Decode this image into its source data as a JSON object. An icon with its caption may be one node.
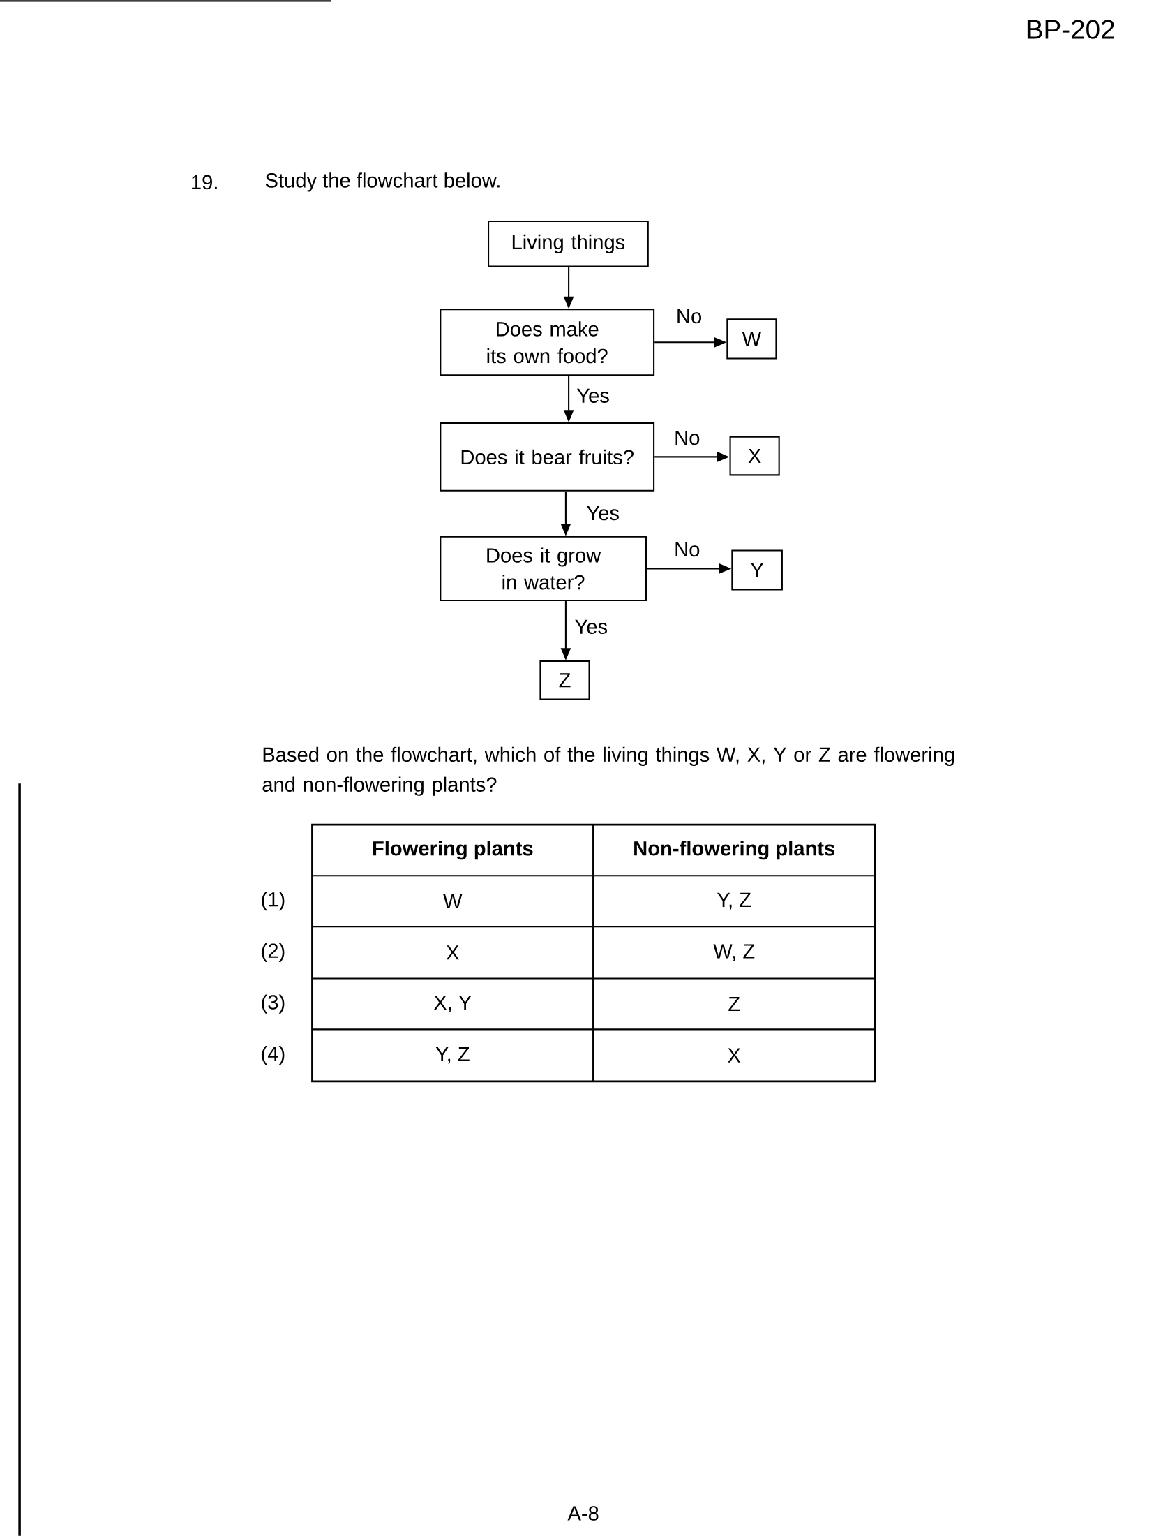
{
  "diagram": {
    "nodes": [
      {
        "text": [
          "Living things"
        ]
      },
      {
        "text": [
          "Does make its own food?"
        ]
      },
      {
        "text": [
          "W"
        ]
      },
      {
        "text": [
          "Does it bear fruits?"
        ]
      },
      {
        "text": [
          "X"
        ]
      },
      {
        "text": [
          "Does it grow in water?"
        ]
      },
      {
        "text": [
          "Y"
        ]
      },
      {
        "text": [
          "Z"
        ]
      }
    ],
    "edges": [
      {
        "from": 0,
        "to": 1,
        "arrow": "to"
      },
      {
        "from": 1,
        "to": 2,
        "arrow": "to",
        "label": "No"
      },
      {
        "from": 1,
        "to": 3,
        "arrow": "to",
        "label": "Yes"
      },
      {
        "from": 3,
        "to": 4,
        "arrow": "to",
        "label": "No"
      },
      {
        "from": 3,
        "to": 5,
        "arrow": "to",
        "label": "Yes"
      },
      {
        "from": 5,
        "to": 6,
        "arrow": "to",
        "label": "No"
      },
      {
        "from": 5,
        "to": 7,
        "arrow": "to",
        "label": "Yes"
      }
    ],
    "labels": [
      "BP-202",
      "19.",
      "Study the flowchart below.",
      "Based on the flowchart, which of the living things W, X, Y or Z are flowering and non-flowering plants?",
      "Flowering plants",
      "Non-flowering plants",
      "(1)",
      "W",
      "Y, Z",
      "(2)",
      "X",
      "W, Z",
      "(3)",
      "X, Y",
      "Z",
      "(4)",
      "Y, Z",
      "X",
      "A-8"
    ]
  }
}
